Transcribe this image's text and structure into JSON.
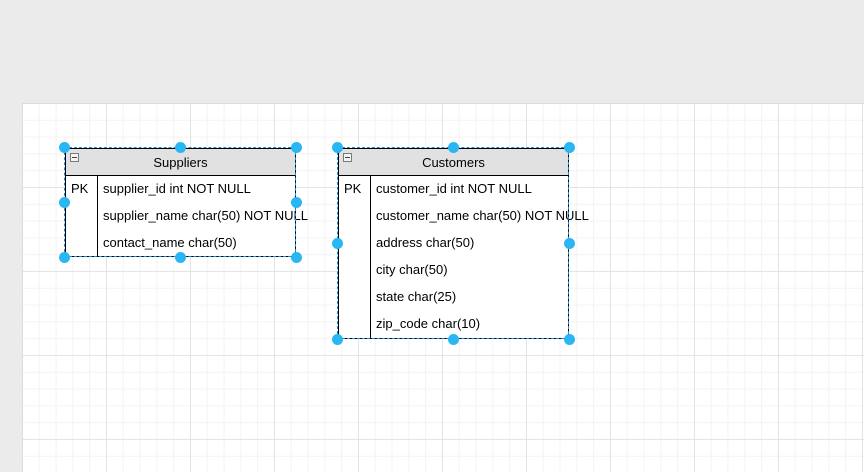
{
  "tables": [
    {
      "title": "Suppliers",
      "rows": [
        {
          "key": "PK",
          "field": "supplier_id int NOT NULL"
        },
        {
          "key": "",
          "field": "supplier_name char(50) NOT NULL"
        },
        {
          "key": "",
          "field": "contact_name char(50)"
        }
      ]
    },
    {
      "title": "Customers",
      "rows": [
        {
          "key": "PK",
          "field": "customer_id int NOT NULL"
        },
        {
          "key": "",
          "field": "customer_name char(50) NOT NULL"
        },
        {
          "key": "",
          "field": "address char(50)"
        },
        {
          "key": "",
          "field": "city char(50)"
        },
        {
          "key": "",
          "field": "state char(25)"
        },
        {
          "key": "",
          "field": "zip_code char(10)"
        }
      ]
    }
  ],
  "colors": {
    "handle": "#29b6f2",
    "selection": "#1f8ad8",
    "header": "#e1e1e1"
  }
}
